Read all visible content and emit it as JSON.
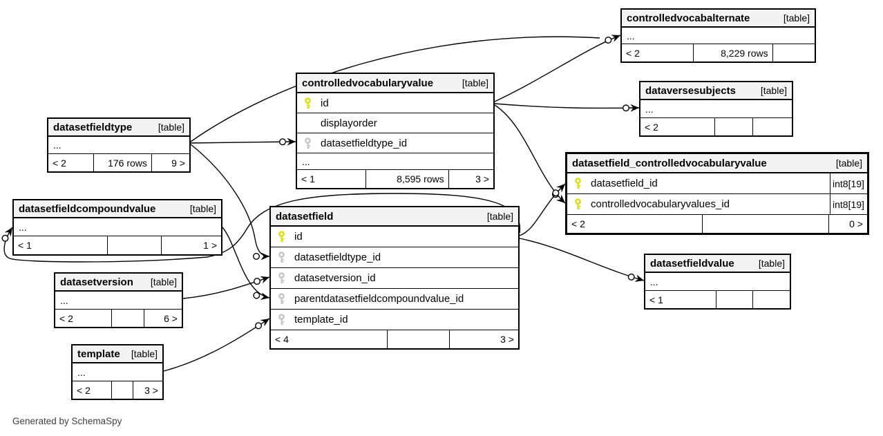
{
  "diagram": {
    "generator_note": "Generated by SchemaSpy"
  },
  "icons": {
    "primary_key_color": "#dede00",
    "foreign_key_color": "#c4c4c4"
  },
  "tables": {
    "controlledvocabalternate": {
      "name": "controlledvocabalternate",
      "badge": "[table]",
      "dots": "...",
      "footer": {
        "left": "< 2",
        "center": "8,229 rows",
        "right": ""
      }
    },
    "controlledvocabularyvalue": {
      "name": "controlledvocabularyvalue",
      "badge": "[table]",
      "dots": "...",
      "columns": [
        {
          "name": "id",
          "icon": "primary-key-icon"
        },
        {
          "name": "displayorder",
          "icon": ""
        },
        {
          "name": "datasetfieldtype_id",
          "icon": "foreign-key-icon"
        }
      ],
      "footer": {
        "left": "< 1",
        "center": "8,595 rows",
        "right": "3 >"
      }
    },
    "dataversesubjects": {
      "name": "dataversesubjects",
      "badge": "[table]",
      "dots": "...",
      "footer": {
        "left": "< 2",
        "center": "",
        "right": ""
      }
    },
    "datasetfieldtype": {
      "name": "datasetfieldtype",
      "badge": "[table]",
      "dots": "...",
      "footer": {
        "left": "< 2",
        "center": "176 rows",
        "right": "9 >"
      }
    },
    "datasetfield_controlledvocabularyvalue": {
      "name": "datasetfield_controlledvocabularyvalue",
      "badge": "[table]",
      "columns": [
        {
          "name": "datasetfield_id",
          "icon": "primary-key-icon",
          "type": "int8[19]"
        },
        {
          "name": "controlledvocabularyvalues_id",
          "icon": "primary-key-icon",
          "type": "int8[19]"
        }
      ],
      "footer": {
        "left": "< 2",
        "center": "",
        "right": "0 >"
      }
    },
    "datasetfieldcompoundvalue": {
      "name": "datasetfieldcompoundvalue",
      "badge": "[table]",
      "dots": "...",
      "footer": {
        "left": "< 1",
        "center": "",
        "right": "1 >"
      }
    },
    "datasetfield": {
      "name": "datasetfield",
      "badge": "[table]",
      "columns": [
        {
          "name": "id",
          "icon": "primary-key-icon"
        },
        {
          "name": "datasetfieldtype_id",
          "icon": "foreign-key-icon"
        },
        {
          "name": "datasetversion_id",
          "icon": "foreign-key-icon"
        },
        {
          "name": "parentdatasetfieldcompoundvalue_id",
          "icon": "foreign-key-icon"
        },
        {
          "name": "template_id",
          "icon": "foreign-key-icon"
        }
      ],
      "footer": {
        "left": "< 4",
        "center": "",
        "right": "3 >"
      }
    },
    "datasetfieldvalue": {
      "name": "datasetfieldvalue",
      "badge": "[table]",
      "dots": "...",
      "footer": {
        "left": "< 1",
        "center": "",
        "right": ""
      }
    },
    "datasetversion": {
      "name": "datasetversion",
      "badge": "[table]",
      "dots": "...",
      "footer": {
        "left": "< 2",
        "center": "",
        "right": "6 >"
      }
    },
    "template": {
      "name": "template",
      "badge": "[table]",
      "dots": "...",
      "footer": {
        "left": "< 2",
        "center": "",
        "right": "3 >"
      }
    }
  },
  "relationships": [
    {
      "from": "datasetfieldtype",
      "to": "controlledvocabularyvalue.datasetfieldtype_id"
    },
    {
      "from": "datasetfieldtype",
      "to": "controlledvocabalternate"
    },
    {
      "from": "datasetfieldtype",
      "to": "datasetfield.datasetfieldtype_id"
    },
    {
      "from": "controlledvocabularyvalue.id",
      "to": "controlledvocabalternate"
    },
    {
      "from": "controlledvocabularyvalue.id",
      "to": "dataversesubjects"
    },
    {
      "from": "controlledvocabularyvalue.id",
      "to": "datasetfield_controlledvocabularyvalue.controlledvocabularyvalues_id"
    },
    {
      "from": "datasetfield.id",
      "to": "datasetfield_controlledvocabularyvalue.datasetfield_id"
    },
    {
      "from": "datasetfield.id",
      "to": "datasetfieldvalue"
    },
    {
      "from": "datasetfield.id",
      "to": "datasetfieldcompoundvalue"
    },
    {
      "from": "datasetfieldcompoundvalue",
      "to": "datasetfield.parentdatasetfieldcompoundvalue_id"
    },
    {
      "from": "datasetversion",
      "to": "datasetfield.datasetversion_id"
    },
    {
      "from": "template",
      "to": "datasetfield.template_id"
    }
  ]
}
